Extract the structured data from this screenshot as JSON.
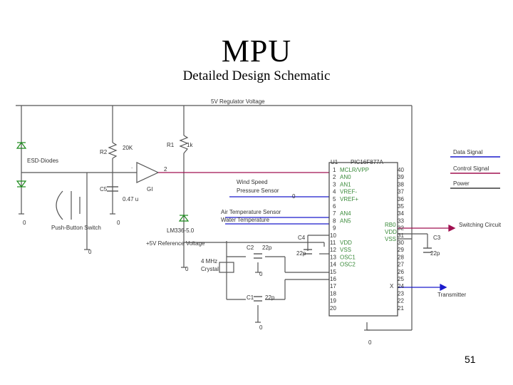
{
  "slide": {
    "title": "MPU",
    "subtitle": "Detailed Design Schematic",
    "page_number": "51"
  },
  "schematic": {
    "rail_label": "5V Regulator Voltage",
    "esd_label": "ESD-Diodes",
    "r2_label": "R2",
    "r2_value": "20K",
    "r1_label": "R1",
    "r1_value": "1k",
    "c5_label": "C5",
    "c5_value": "0.47 u",
    "gi_label": "GI",
    "buffer_out_pin": "2",
    "buffer_in_mark": ".",
    "switch_label": "Push-Button Switch",
    "ground_zero": "0",
    "lm_label": "LM336-5.0",
    "ref_label": "+5V Reference Voltage",
    "c2_label": "C2",
    "c2_value": "22p",
    "c1_label": "C1",
    "c1_value": "22p",
    "c4_label": "C4",
    "c4_value": "22p",
    "c3_label": "C3",
    "c3_value": "22p",
    "crystal_label_1": "4 MHz",
    "crystal_label_2": "Crystal",
    "wind_label": "Wind Speed",
    "pressure_label": "Pressure Sensor",
    "air_label": "Air Temperature Sensor",
    "water_label": "Water Temperature",
    "ic_ref": "U1",
    "ic_name": "PIC16F877A",
    "left_pins": [
      "1",
      "2",
      "3",
      "4",
      "5",
      "6",
      "7",
      "8",
      "9",
      "10",
      "11",
      "12",
      "13",
      "14",
      "15",
      "16",
      "17",
      "18",
      "19",
      "20"
    ],
    "right_pins": [
      "40",
      "39",
      "38",
      "37",
      "36",
      "35",
      "34",
      "33",
      "32",
      "31",
      "30",
      "29",
      "28",
      "27",
      "26",
      "25",
      "24",
      "23",
      "22",
      "21"
    ],
    "pin_names_left": [
      "MCLR/VPP",
      "AN0",
      "AN1",
      "VREF-",
      "VREF+",
      "",
      "AN4",
      "AN5",
      "",
      "",
      "VDD",
      "VSS",
      "OSC1",
      "OSC2"
    ],
    "rb0_label": "RB0",
    "vdd_right": "VDD",
    "vss_right": "VSS",
    "nc_mark": "X",
    "switching_label": "Switching Circuit",
    "transmitter_label": "Transmitter",
    "legend": [
      "Data Signal",
      "Control Signal",
      "Power"
    ]
  },
  "colors": {
    "wire": "#555555",
    "power": "#3a3a3a",
    "data": "#1a1acc",
    "control": "#a01050",
    "component": "#1a8a1a",
    "pin_label": "#3a8a3a"
  }
}
